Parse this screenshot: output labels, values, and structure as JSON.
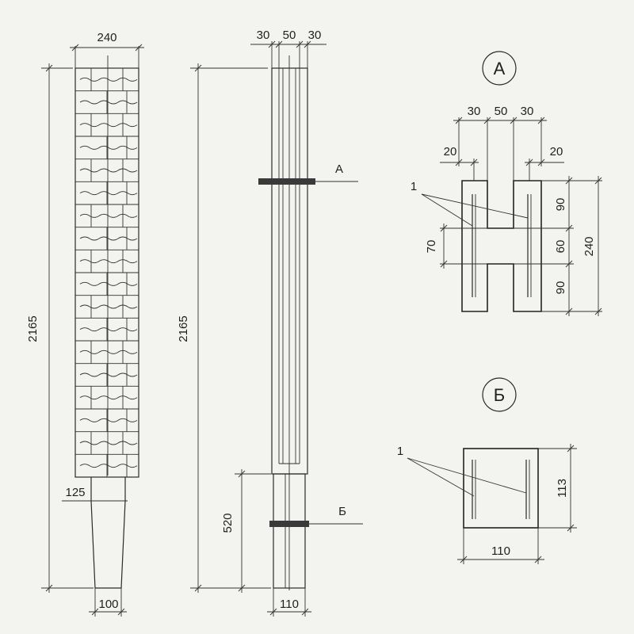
{
  "left_view": {
    "dim_top_width": "240",
    "dim_height": "2165",
    "dim_neck": "125",
    "dim_bottom_width": "100"
  },
  "middle_view": {
    "dim_top_left": "30",
    "dim_top_mid": "50",
    "dim_top_right": "30",
    "dim_height": "2165",
    "dim_lower": "520",
    "dim_bottom_width": "110",
    "section_a_mark": "А",
    "section_b_mark": "Б"
  },
  "section_a": {
    "title": "А",
    "dim_top_left": "30",
    "dim_top_mid": "50",
    "dim_top_right": "30",
    "dim_edge_left": "20",
    "dim_edge_right": "20",
    "dim_web": "70",
    "dim_right_top": "90",
    "dim_right_mid": "60",
    "dim_right_bot": "90",
    "dim_total": "240",
    "callout": "1"
  },
  "section_b": {
    "title": "Б",
    "dim_height": "113",
    "dim_width": "110",
    "callout": "1"
  }
}
